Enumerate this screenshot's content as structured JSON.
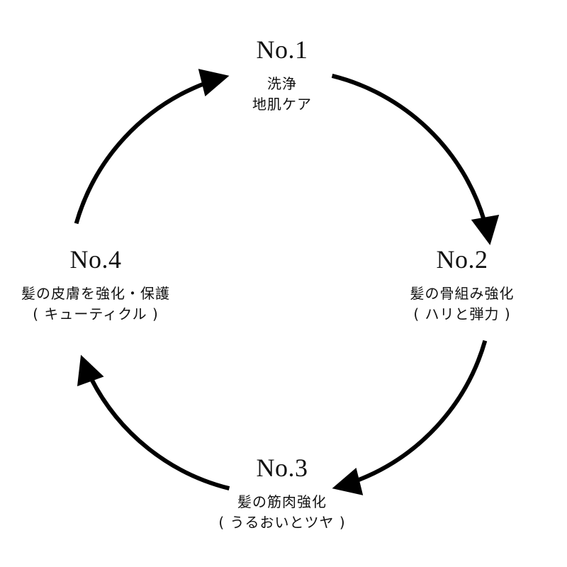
{
  "diagram": {
    "type": "cycle",
    "arrow_color": "#000000",
    "text_color": "#111111",
    "steps": [
      {
        "number": "No.1",
        "line1": "洗浄",
        "line2": "地肌ケア"
      },
      {
        "number": "No.2",
        "line1": "髪の骨組み強化",
        "line2": "( ハリと弾力 )"
      },
      {
        "number": "No.3",
        "line1": "髪の筋肉強化",
        "line2": "( うるおいとツヤ )"
      },
      {
        "number": "No.4",
        "line1": "髪の皮膚を強化・保護",
        "line2": "( キューティクル )"
      }
    ]
  }
}
